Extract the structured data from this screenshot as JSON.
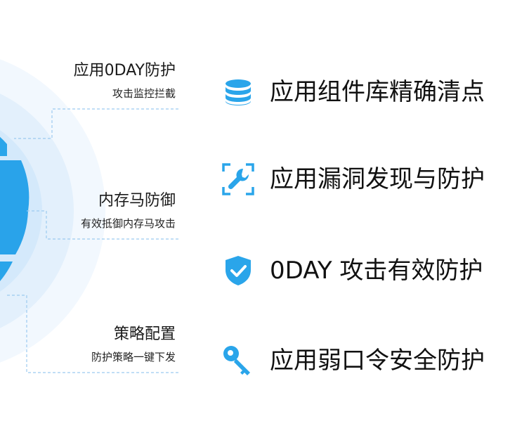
{
  "left_labels": [
    {
      "title": "应用0DAY防护",
      "subtitle": "攻击监控拦截"
    },
    {
      "title": "内存马防御",
      "subtitle": "有效抵御内存马攻击"
    },
    {
      "title": "策略配置",
      "subtitle": "防护策略一键下发"
    }
  ],
  "features": [
    {
      "text": "应用组件库精确清点",
      "icon": "database-icon"
    },
    {
      "text": "应用漏洞发现与防护",
      "icon": "wrench-scan-icon"
    },
    {
      "text": "0DAY 攻击有效防护",
      "icon": "shield-check-icon"
    },
    {
      "text": "应用弱口令安全防护",
      "icon": "key-icon"
    }
  ],
  "colors": {
    "accent": "#2aa5ea",
    "accent_light": "#dcefff",
    "accent_pale": "#f1f7fe",
    "connector": "#9ccaf0"
  }
}
